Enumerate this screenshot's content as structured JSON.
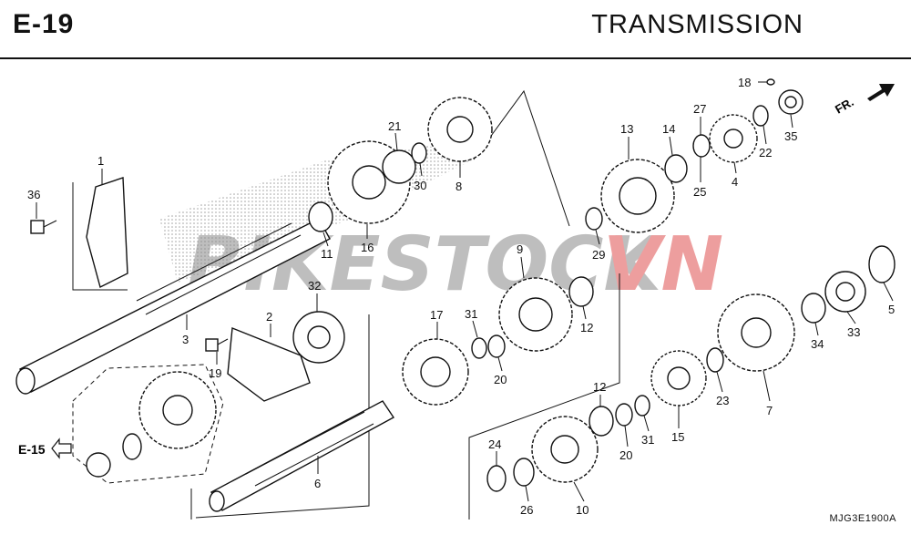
{
  "header": {
    "code": "E-19",
    "title": "TRANSMISSION"
  },
  "watermark": {
    "part1": "BIKESTOCK",
    "part2": "VN",
    "color1": "#8a8a8a",
    "color2": "#e05050"
  },
  "direction_label": "FR.",
  "reference_label": "E-15",
  "footer_code": "MJG3E1900A",
  "callouts": [
    "1",
    "36",
    "2",
    "3",
    "19",
    "32",
    "11",
    "16",
    "21",
    "30",
    "8",
    "13",
    "14",
    "27",
    "25",
    "4",
    "22",
    "18",
    "35",
    "29",
    "9",
    "12",
    "31",
    "20",
    "17",
    "7",
    "5",
    "33",
    "34",
    "23",
    "15",
    "10",
    "24",
    "26",
    "6"
  ]
}
